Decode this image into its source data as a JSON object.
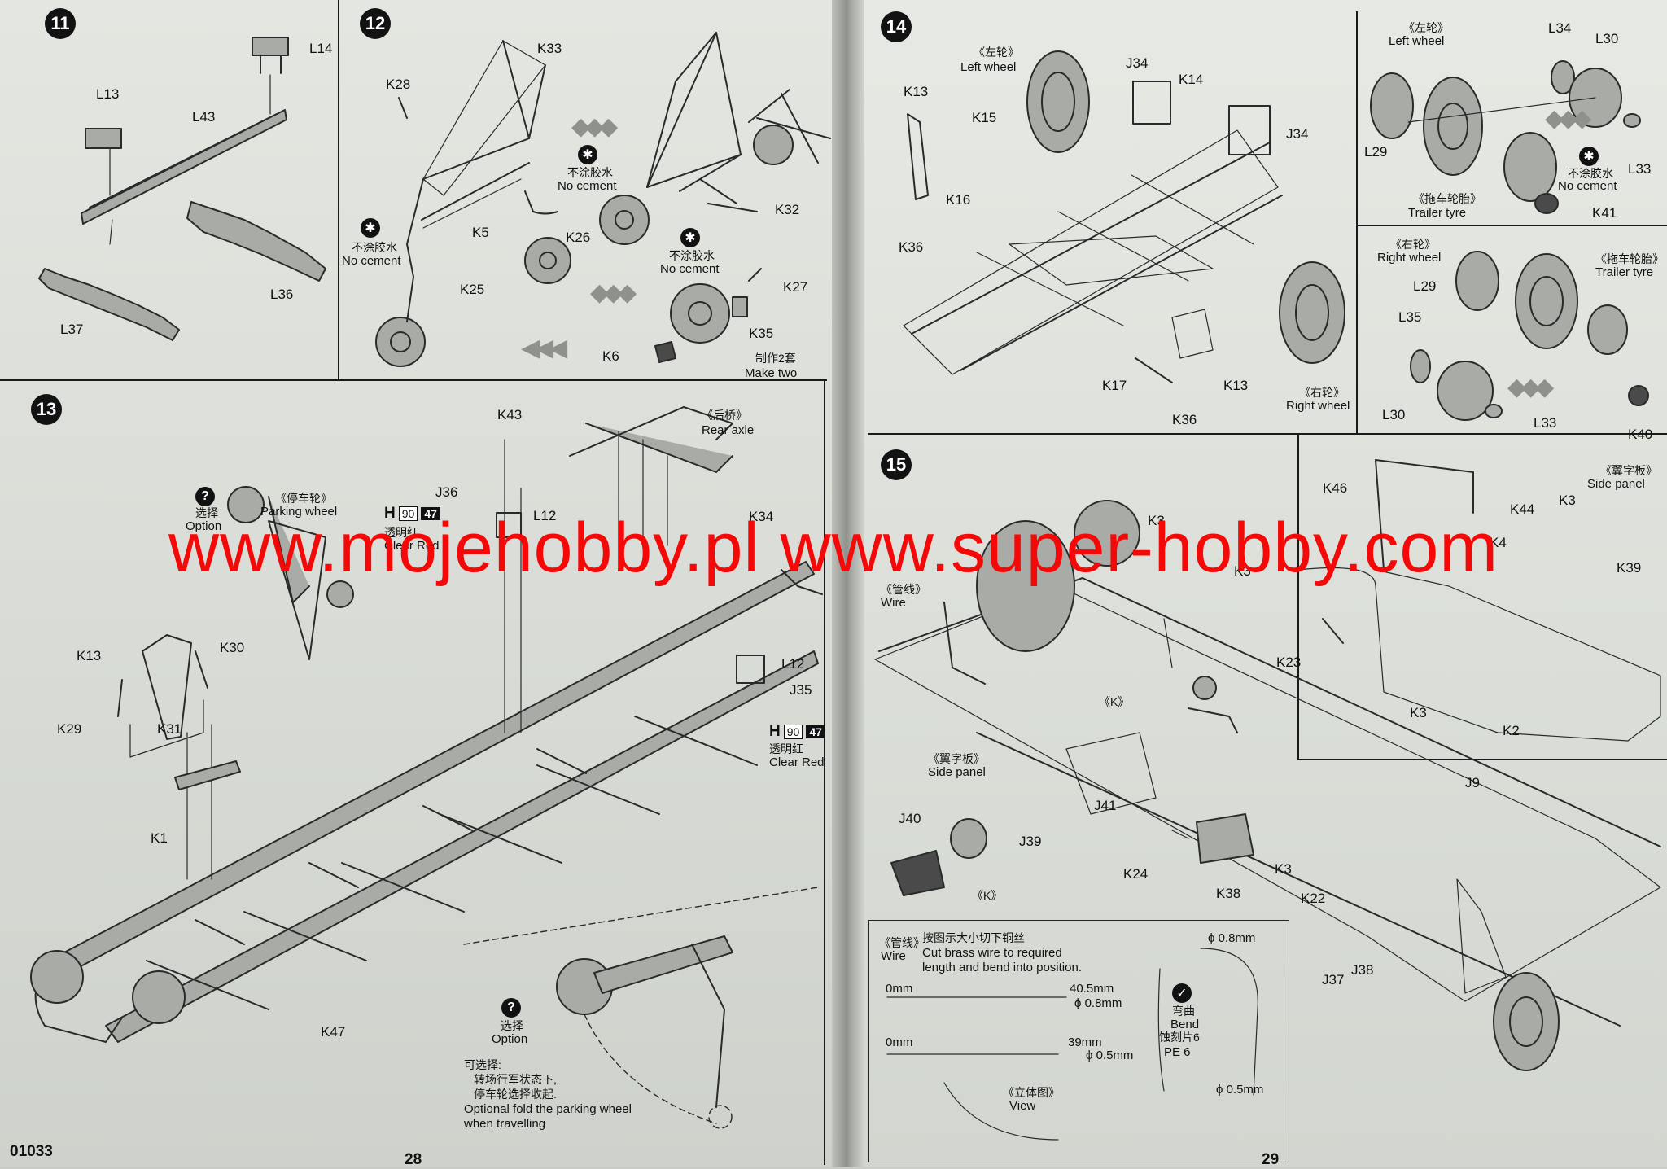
{
  "footer": {
    "doc_code": "01033",
    "page_left": "28",
    "page_right": "29"
  },
  "watermark": "www.mojehobby.pl www.super-hobby.com",
  "step11": {
    "number": "11",
    "labels": {
      "l14": "L14",
      "l13": "L13",
      "l43": "L43",
      "l36": "L36",
      "l37": "L37"
    }
  },
  "step12": {
    "number": "12",
    "labels": {
      "k33": "K33",
      "k28": "K28",
      "k5": "K5",
      "k25": "K25",
      "k26": "K26",
      "k32": "K32",
      "k27": "K27",
      "k35": "K35",
      "k6": "K6"
    },
    "no_cement_a_cn": "不涂胶水",
    "no_cement_a_en": "No cement",
    "no_cement_b_cn": "不涂胶水",
    "no_cement_b_en": "No cement",
    "no_cement_c_cn": "不涂胶水",
    "no_cement_c_en": "No cement",
    "make_two_cn": "制作2套",
    "make_two_en": "Make two"
  },
  "step13": {
    "number": "13",
    "labels": {
      "k43": "K43",
      "j36": "J36",
      "l12a": "L12",
      "l12b": "L12",
      "k34": "K34",
      "j35": "J35",
      "k13": "K13",
      "k30": "K30",
      "k29": "K29",
      "k31": "K31",
      "k1": "K1",
      "k47": "K47"
    },
    "rear_axle_cn": "《后桥》",
    "rear_axle_en": "Rear axle",
    "parking_wheel_cn": "《停车轮》",
    "parking_wheel_en": "Parking wheel",
    "option_cn": "选择",
    "option_en": "Option",
    "paint_code_h": "H",
    "paint_code_num": "90",
    "paint_code_tamiya": "47",
    "clear_red_cn": "透明红",
    "clear_red_en": "Clear Red",
    "clear_red_b_cn": "透明红",
    "clear_red_b_en": "Clear Red",
    "inset_option_cn": "选择",
    "inset_option_en": "Option",
    "inset_note_cn_1": "可选择:",
    "inset_note_cn_2": "转场行军状态下,",
    "inset_note_cn_3": "停车轮选择收起.",
    "inset_note_en_1": "Optional fold the parking wheel",
    "inset_note_en_2": "when travelling"
  },
  "step14": {
    "number": "14",
    "labels": {
      "k13a": "K13",
      "k15": "K15",
      "j34a": "J34",
      "k14": "K14",
      "j34b": "J34",
      "k16": "K16",
      "k36a": "K36",
      "k17": "K17",
      "k36b": "K36",
      "k13b": "K13"
    },
    "left_wheel_cn": "《左轮》",
    "left_wheel_en": "Left wheel",
    "right_wheel_cn": "《右轮》",
    "right_wheel_en": "Right wheel",
    "sub_left": {
      "title_cn": "《左轮》",
      "title_en": "Left wheel",
      "labels": {
        "l34": "L34",
        "l30": "L30",
        "l29": "L29",
        "l33": "L33",
        "k41": "K41"
      },
      "no_cement_cn": "不涂胶水",
      "no_cement_en": "No cement",
      "trailer_tyre_cn": "《拖车轮胎》",
      "trailer_tyre_en": "Trailer tyre"
    },
    "sub_right": {
      "title_cn": "《右轮》",
      "title_en": "Right wheel",
      "labels": {
        "l29": "L29",
        "l35": "L35",
        "l30": "L30",
        "l33": "L33",
        "k40": "K40"
      },
      "trailer_tyre_cn": "《拖车轮胎》",
      "trailer_tyre_en": "Trailer tyre"
    }
  },
  "step15": {
    "number": "15",
    "labels": {
      "k3a": "K3",
      "k3b": "K3",
      "k3c": "K3",
      "k3d": "K3",
      "k3e": "K3",
      "k23": "K23",
      "k46": "K46",
      "k44": "K44",
      "k4": "K4",
      "k39": "K39",
      "k2": "K2",
      "j9": "J9",
      "j41": "J41",
      "k24": "K24",
      "k38": "K38",
      "k22": "K22",
      "j37": "J37",
      "j38": "J38",
      "j40": "J40",
      "j39": "J39"
    },
    "wire_cn": "《管线》",
    "wire_en": "Wire",
    "k_marker": "《K》",
    "k_marker_b": "《K》",
    "side_panel_cn": "《翼字板》",
    "side_panel_en": "Side panel",
    "side_panel_b_cn": "《翼字板》",
    "side_panel_b_en": "Side panel",
    "wire_box": {
      "title_cn": "《管线》",
      "title_en": "Wire",
      "note_cn": "按图示大小切下铜丝",
      "note_en_1": "Cut brass wire to required",
      "note_en_2": "length and bend into position.",
      "len_a_start": "0mm",
      "len_a_end": "40.5mm",
      "dia_a": "ϕ 0.8mm",
      "len_b_start": "0mm",
      "len_b_end": "39mm",
      "dia_b": "ϕ 0.5mm",
      "dia_top": "ϕ 0.8mm",
      "dia_bottom": "ϕ 0.5mm",
      "bend_cn": "弯曲",
      "bend_en": "Bend",
      "pe_cn": "蚀刻片6",
      "pe_en": "PE 6",
      "view_cn": "《立体图》",
      "view_en": "View"
    }
  }
}
